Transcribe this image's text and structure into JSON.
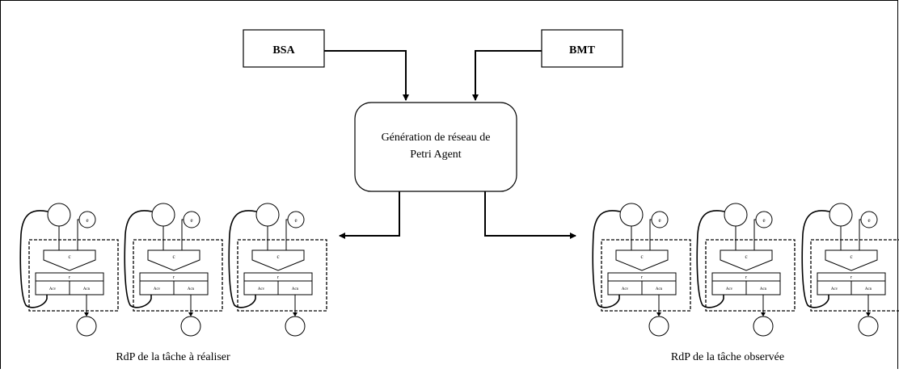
{
  "diagram": {
    "inputs": {
      "left_box": "BSA",
      "right_box": "BMT"
    },
    "generator": {
      "line1": "Génération de réseau de",
      "line2": "Petri Agent"
    },
    "outputs": {
      "left_caption": "RdP de la tâche à réaliser",
      "right_caption": "RdP de la tâche observée"
    },
    "petri_module": {
      "place_label": "e",
      "transition_label": "c",
      "row_label": "r",
      "cell_left": "Acv",
      "cell_right": "Acn"
    }
  }
}
